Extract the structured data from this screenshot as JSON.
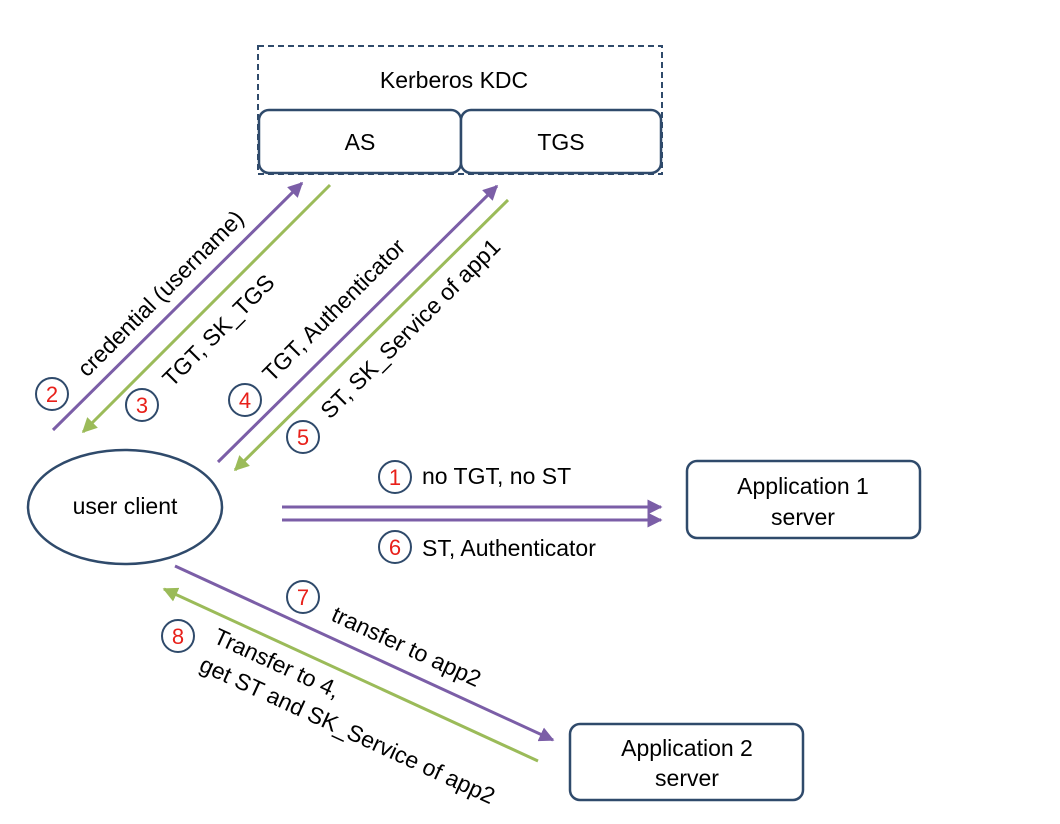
{
  "kdc": {
    "title": "Kerberos KDC",
    "as_label": "AS",
    "tgs_label": "TGS"
  },
  "user_client": {
    "label": "user client"
  },
  "app1": {
    "line1": "Application 1",
    "line2": "server"
  },
  "app2": {
    "line1": "Application 2",
    "line2": "server"
  },
  "steps": [
    {
      "num": "1",
      "text": "no TGT, no ST",
      "direction": "client-to-app1",
      "color": "#7b5ea7"
    },
    {
      "num": "2",
      "text": "credential (username)",
      "direction": "client-to-AS",
      "color": "#7b5ea7"
    },
    {
      "num": "3",
      "text": "TGT, SK_TGS",
      "direction": "AS-to-client",
      "color": "#9bbb59"
    },
    {
      "num": "4",
      "text": "TGT,  Authenticator",
      "direction": "client-to-TGS",
      "color": "#7b5ea7"
    },
    {
      "num": "5",
      "text": "ST, SK_Service of app1",
      "direction": "TGS-to-client",
      "color": "#9bbb59"
    },
    {
      "num": "6",
      "text": "ST, Authenticator",
      "direction": "client-to-app1",
      "color": "#7b5ea7"
    },
    {
      "num": "7",
      "text": "transfer to app2",
      "direction": "client-to-app2",
      "color": "#7b5ea7"
    },
    {
      "num": "8",
      "text_line1": "Transfer to 4,",
      "text_line2": "get ST and SK_Service of app2",
      "direction": "app2-to-client",
      "color": "#9bbb59"
    }
  ],
  "colors": {
    "request_arrow": "#7b5ea7",
    "response_arrow": "#9bbb59",
    "box_stroke": "#2f4a6b",
    "step_number": "#e8201a"
  }
}
